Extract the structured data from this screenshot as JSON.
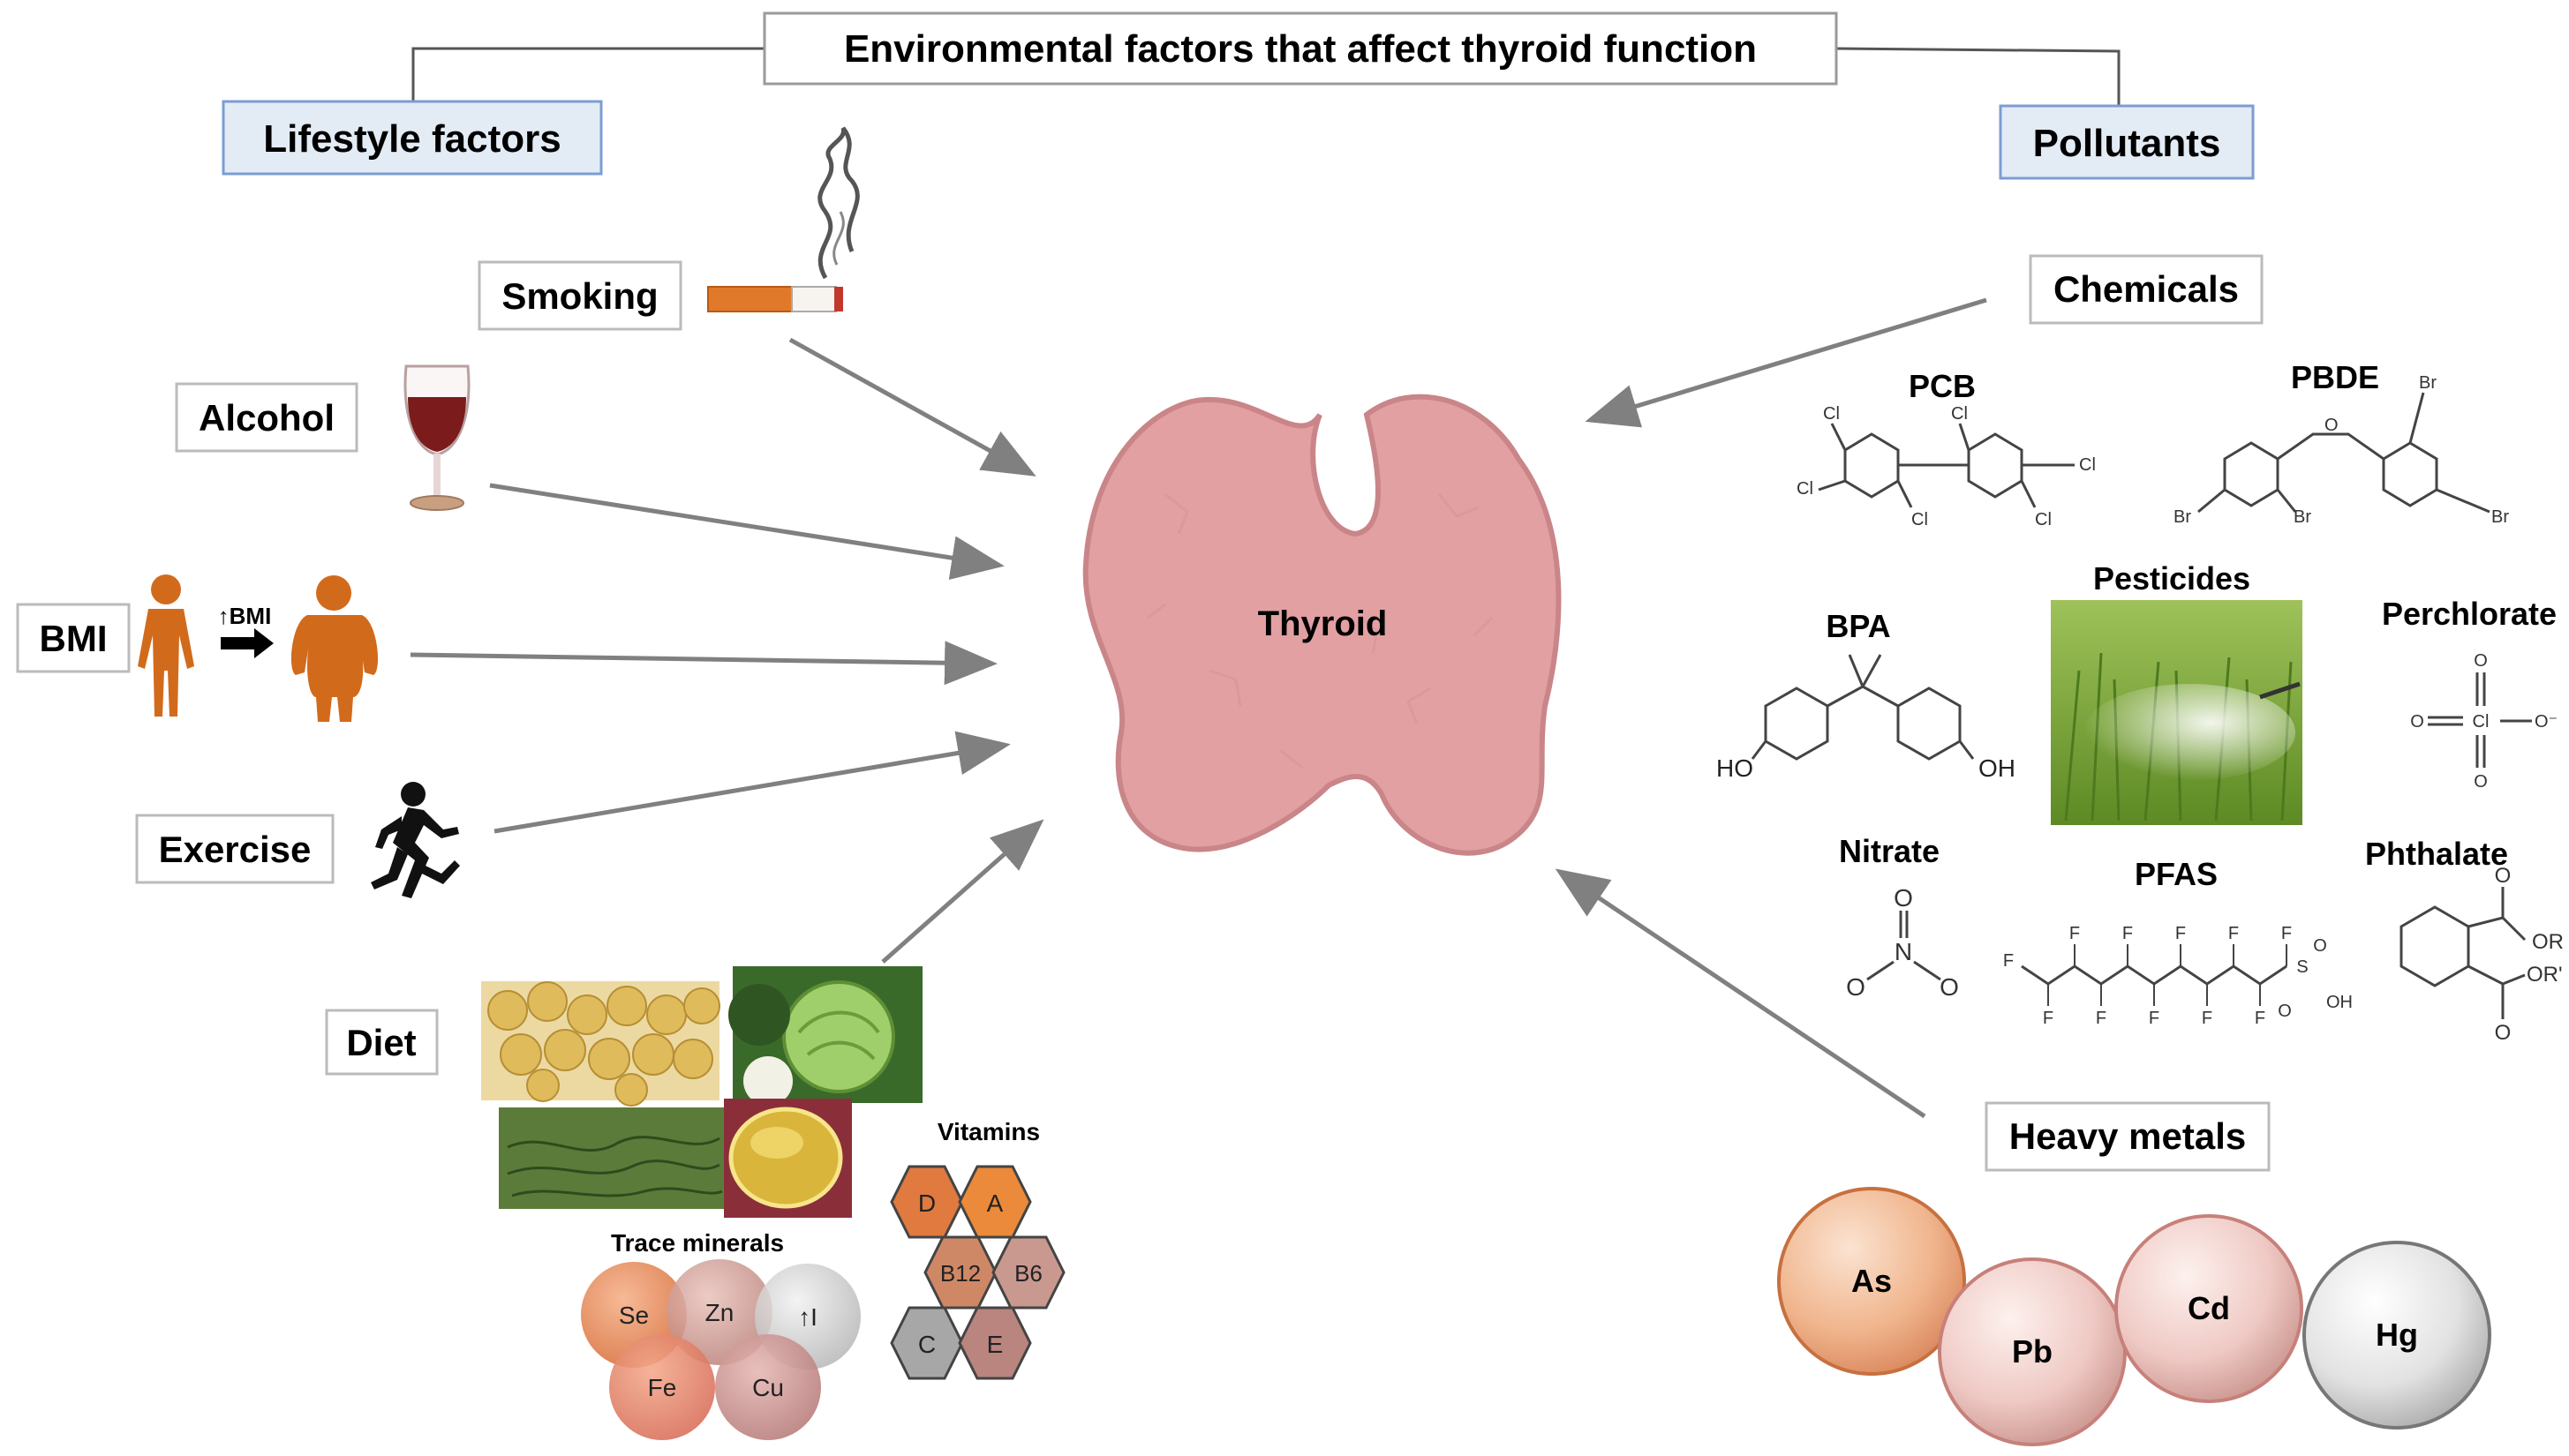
{
  "title": "Environmental factors that affect thyroid function",
  "center": {
    "label": "Thyroid"
  },
  "lifestyle": {
    "heading": "Lifestyle  factors",
    "smoking": "Smoking",
    "alcohol": "Alcohol",
    "bmi": "BMI",
    "bmi_change": "↑BMI",
    "exercise": "Exercise",
    "diet": "Diet",
    "vitamins_title": "Vitamins",
    "vitamins": [
      "D",
      "A",
      "B12",
      "B6",
      "C",
      "E"
    ],
    "minerals_title": "Trace minerals",
    "minerals": [
      "Se",
      "Zn",
      "↑I",
      "Fe",
      "Cu"
    ]
  },
  "pollutants": {
    "heading": "Pollutants",
    "chemicals": "Chemicals",
    "pcb": "PCB",
    "pbde": "PBDE",
    "bpa": "BPA",
    "pesticides": "Pesticides",
    "perchlorate": "Perchlorate",
    "nitrate": "Nitrate",
    "pfas": "PFAS",
    "phthalate": "Phthalate",
    "heavy_metals": "Heavy metals",
    "metals": [
      "As",
      "Pb",
      "Cd",
      "Hg"
    ],
    "atom_labels": {
      "cl": "Cl",
      "br": "Br",
      "o": "O",
      "oh": "OH",
      "ho": "HO",
      "n": "N",
      "f": "F",
      "s": "S",
      "or": "OR",
      "or_prime": "OR'",
      "o_minus": "O⁻",
      "cl_center": "Cl"
    }
  },
  "colors": {
    "thyroid_fill": "#e2a0a3",
    "thyroid_edge": "#c98588",
    "arrow": "#808080",
    "box_blue_fill": "#e3ebf5",
    "box_blue_edge": "#7c9dd2",
    "person": "#d26a1c",
    "pesticide_green": "#7ea93a",
    "molecule_line": "#444444"
  }
}
